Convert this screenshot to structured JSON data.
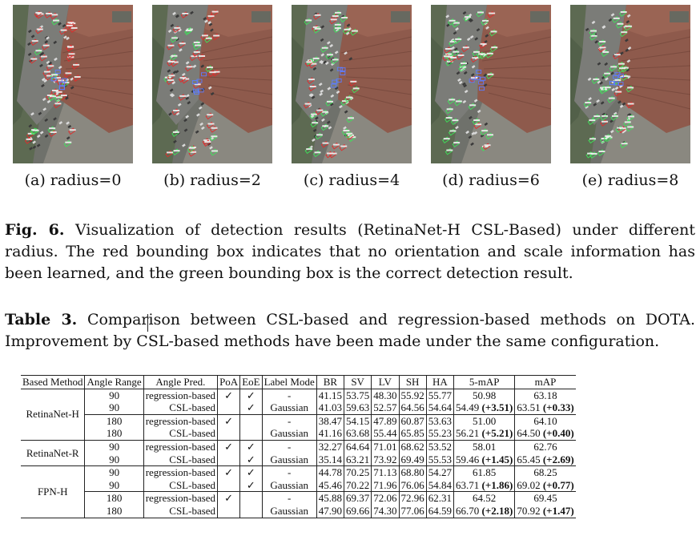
{
  "figure": {
    "panels": [
      {
        "label": "(a) radius=0"
      },
      {
        "label": "(b) radius=2"
      },
      {
        "label": "(c) radius=4"
      },
      {
        "label": "(d) radius=6"
      },
      {
        "label": "(e) radius=8"
      }
    ],
    "caption_prefix": "Fig. 6.",
    "caption_text": "Visualization of detection results (RetinaNet-H CSL-Based) under different radius. The red bounding box indicates that no orientation and scale information has been learned, and the green bounding box is the correct detection result."
  },
  "table_caption": {
    "prefix": "Table 3.",
    "text": "Comparison between CSL-based and regression-based methods on DOTA. Improvement by CSL-based methods have been made under the same configuration."
  },
  "table": {
    "headers": [
      "Based Method",
      "Angle Range",
      "Angle Pred.",
      "PoA",
      "EoE",
      "Label Mode",
      "BR",
      "SV",
      "LV",
      "SH",
      "HA",
      "5-mAP",
      "mAP"
    ],
    "groups": [
      {
        "method": "RetinaNet-H",
        "rows": [
          {
            "range": "90",
            "pred": "regression-based",
            "poa": "✓",
            "eoe": "✓",
            "label": "-",
            "br": "41.15",
            "sv": "53.75",
            "lv": "48.30",
            "sh": "55.92",
            "ha": "55.77",
            "map5": "50.98",
            "map5_imp": "",
            "map": "63.18",
            "map_imp": ""
          },
          {
            "range": "90",
            "pred": "CSL-based",
            "poa": "",
            "eoe": "✓",
            "label": "Gaussian",
            "br": "41.03",
            "sv": "59.63",
            "lv": "52.57",
            "sh": "64.56",
            "ha": "54.64",
            "map5": "54.49",
            "map5_imp": "(+3.51)",
            "map": "63.51",
            "map_imp": "(+0.33)"
          },
          {
            "range": "180",
            "pred": "regression-based",
            "poa": "✓",
            "eoe": "",
            "label": "-",
            "br": "38.47",
            "sv": "54.15",
            "lv": "47.89",
            "sh": "60.87",
            "ha": "53.63",
            "map5": "51.00",
            "map5_imp": "",
            "map": "64.10",
            "map_imp": ""
          },
          {
            "range": "180",
            "pred": "CSL-based",
            "poa": "",
            "eoe": "",
            "label": "Gaussian",
            "br": "41.16",
            "sv": "63.68",
            "lv": "55.44",
            "sh": "65.85",
            "ha": "55.23",
            "map5": "56.21",
            "map5_imp": "(+5.21)",
            "map": "64.50",
            "map_imp": "(+0.40)"
          }
        ]
      },
      {
        "method": "RetinaNet-R",
        "rows": [
          {
            "range": "90",
            "pred": "regression-based",
            "poa": "✓",
            "eoe": "✓",
            "label": "-",
            "br": "32.27",
            "sv": "64.64",
            "lv": "71.01",
            "sh": "68.62",
            "ha": "53.52",
            "map5": "58.01",
            "map5_imp": "",
            "map": "62.76",
            "map_imp": ""
          },
          {
            "range": "90",
            "pred": "CSL-based",
            "poa": "",
            "eoe": "✓",
            "label": "Gaussian",
            "br": "35.14",
            "sv": "63.21",
            "lv": "73.92",
            "sh": "69.49",
            "ha": "55.53",
            "map5": "59.46",
            "map5_imp": "(+1.45)",
            "map": "65.45",
            "map_imp": "(+2.69)"
          }
        ]
      },
      {
        "method": "FPN-H",
        "rows": [
          {
            "range": "90",
            "pred": "regression-based",
            "poa": "✓",
            "eoe": "✓",
            "label": "-",
            "br": "44.78",
            "sv": "70.25",
            "lv": "71.13",
            "sh": "68.80",
            "ha": "54.27",
            "map5": "61.85",
            "map5_imp": "",
            "map": "68.25",
            "map_imp": ""
          },
          {
            "range": "90",
            "pred": "CSL-based",
            "poa": "",
            "eoe": "✓",
            "label": "Gaussian",
            "br": "45.46",
            "sv": "70.22",
            "lv": "71.96",
            "sh": "76.06",
            "ha": "54.84",
            "map5": "63.71",
            "map5_imp": "(+1.86)",
            "map": "69.02",
            "map_imp": "(+0.77)"
          },
          {
            "range": "180",
            "pred": "regression-based",
            "poa": "✓",
            "eoe": "",
            "label": "-",
            "br": "45.88",
            "sv": "69.37",
            "lv": "72.06",
            "sh": "72.96",
            "ha": "62.31",
            "map5": "64.52",
            "map5_imp": "",
            "map": "69.45",
            "map_imp": ""
          },
          {
            "range": "180",
            "pred": "CSL-based",
            "poa": "",
            "eoe": "",
            "label": "Gaussian",
            "br": "47.90",
            "sv": "69.66",
            "lv": "74.30",
            "sh": "77.06",
            "ha": "64.59",
            "map5": "66.70",
            "map5_imp": "(+2.18)",
            "map": "70.92",
            "map_imp": "(+1.47)"
          }
        ]
      }
    ]
  }
}
